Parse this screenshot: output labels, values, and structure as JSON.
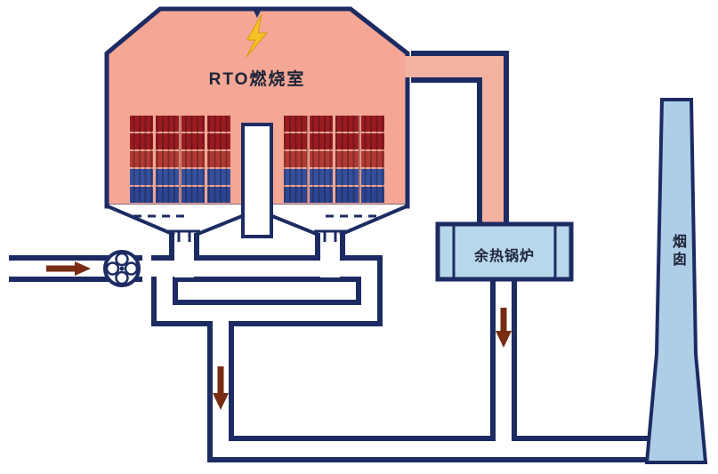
{
  "diagram": {
    "labels": {
      "combustion_chamber": "RTO燃烧室",
      "waste_heat_boiler": "余热锅炉",
      "stack": "烟囱"
    },
    "colors": {
      "background": "#ffffff",
      "outline": "#1d2b63",
      "chamber_fill": "#f4a795",
      "hot_pipe": "#f3b2a0",
      "pipe_interior": "#ffffff",
      "boiler_fill": "#b9d7ea",
      "stack_fill": "#aecde6",
      "arrow": "#7a2c12",
      "flame": "#f5c426",
      "bed_row_colors": [
        "#9b1b20",
        "#9b1b20",
        "#b23a32",
        "#34509f",
        "#2c4694"
      ]
    }
  }
}
